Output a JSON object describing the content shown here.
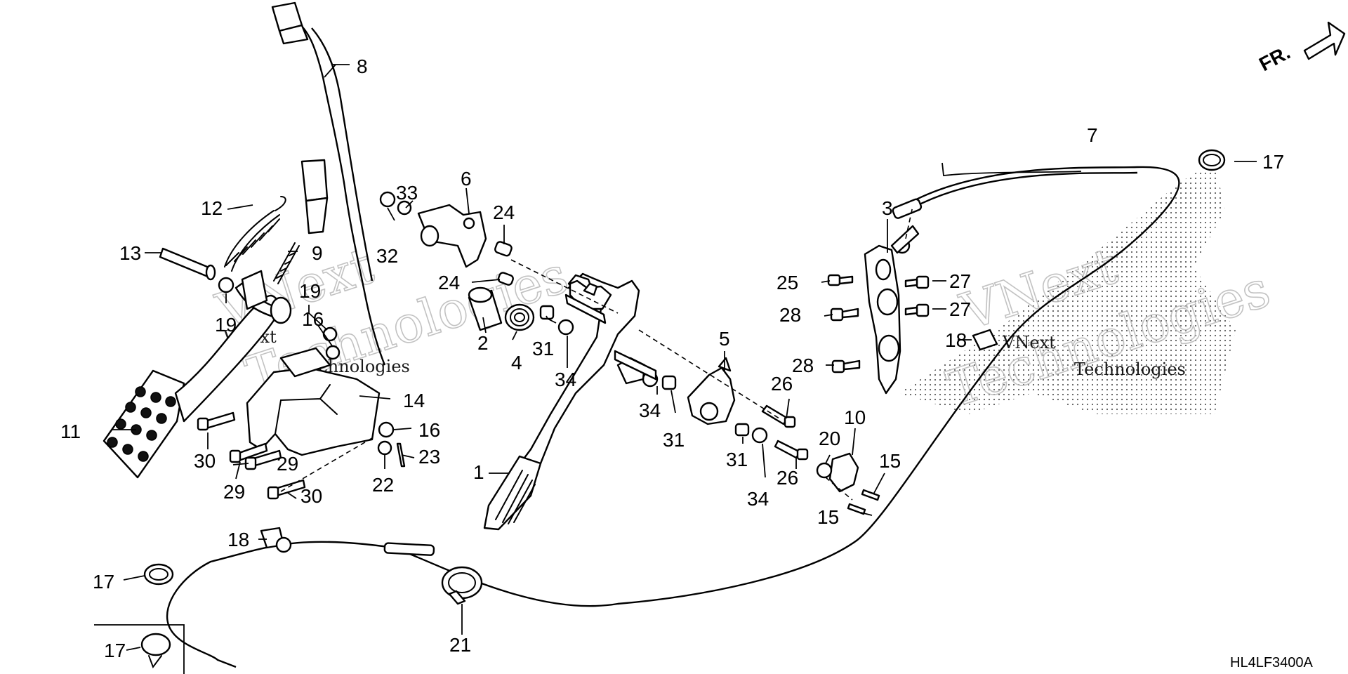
{
  "diagram": {
    "drawing_code": "HL4LF3400A",
    "direction_label": "FR.",
    "watermark": [
      "VNext",
      "Technologies"
    ],
    "watermark_small": [
      "VNext",
      "Technologies"
    ],
    "callouts": {
      "c1": "1",
      "c2": "2",
      "c3": "3",
      "c4": "4",
      "c5": "5",
      "c6": "6",
      "c7": "7",
      "c8": "8",
      "c9": "9",
      "c10": "10",
      "c11": "11",
      "c12": "12",
      "c13": "13",
      "c14": "14",
      "c15a": "15",
      "c15b": "15",
      "c16a": "16",
      "c16b": "16",
      "c17a": "17",
      "c17b": "17",
      "c17c": "17",
      "c18a": "18",
      "c18b": "18",
      "c19a": "19",
      "c19b": "19",
      "c20": "20",
      "c21": "21",
      "c22": "22",
      "c23": "23",
      "c24a": "24",
      "c24b": "24",
      "c25": "25",
      "c26a": "26",
      "c26b": "26",
      "c27a": "27",
      "c27b": "27",
      "c28a": "28",
      "c28b": "28",
      "c29a": "29",
      "c29b": "29",
      "c30a": "30",
      "c30b": "30",
      "c31a": "31",
      "c31b": "31",
      "c31c": "31",
      "c32": "32",
      "c33": "33",
      "c34a": "34",
      "c34b": "34",
      "c34c": "34"
    }
  }
}
